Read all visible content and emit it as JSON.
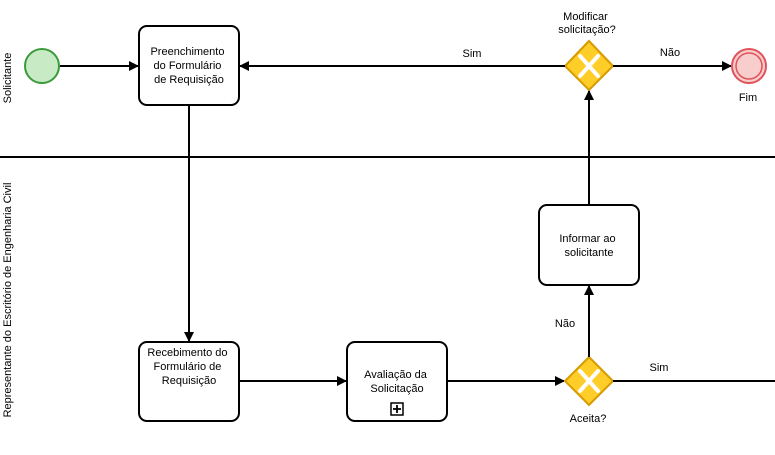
{
  "lanes": {
    "solicitante": "Solicitante",
    "representante": "Representante do Escritório de Engenharia Civil"
  },
  "tasks": {
    "preenchimento": [
      "Preenchimento",
      "do Formulário",
      "de Requisição"
    ],
    "recebimento": [
      "Recebimento do",
      "Formulário de",
      "Requisição"
    ],
    "avaliacao": [
      "Avaliação da",
      "Solicitação"
    ],
    "informar": [
      "Informar ao",
      "solicitante"
    ]
  },
  "gateways": {
    "modificar": [
      "Modificar",
      "solicitação?"
    ],
    "aceita": "Aceita?"
  },
  "flows": {
    "modificar_sim": "Sim",
    "modificar_nao": "Não",
    "aceita_nao": "Não",
    "aceita_sim": "Sim"
  },
  "events": {
    "end": "Fim"
  },
  "colors": {
    "start_fill": "#c8ebc6",
    "start_stroke": "#3a9b3a",
    "end_fill": "#f8cecc",
    "end_stroke": "#e0525c",
    "gateway_fill": "#ffcd28",
    "gateway_stroke": "#d79b00",
    "gateway_x": "#ffffff"
  },
  "icons": {
    "subprocess_marker": "plus-square-icon",
    "gateway_marker": "x-icon"
  }
}
